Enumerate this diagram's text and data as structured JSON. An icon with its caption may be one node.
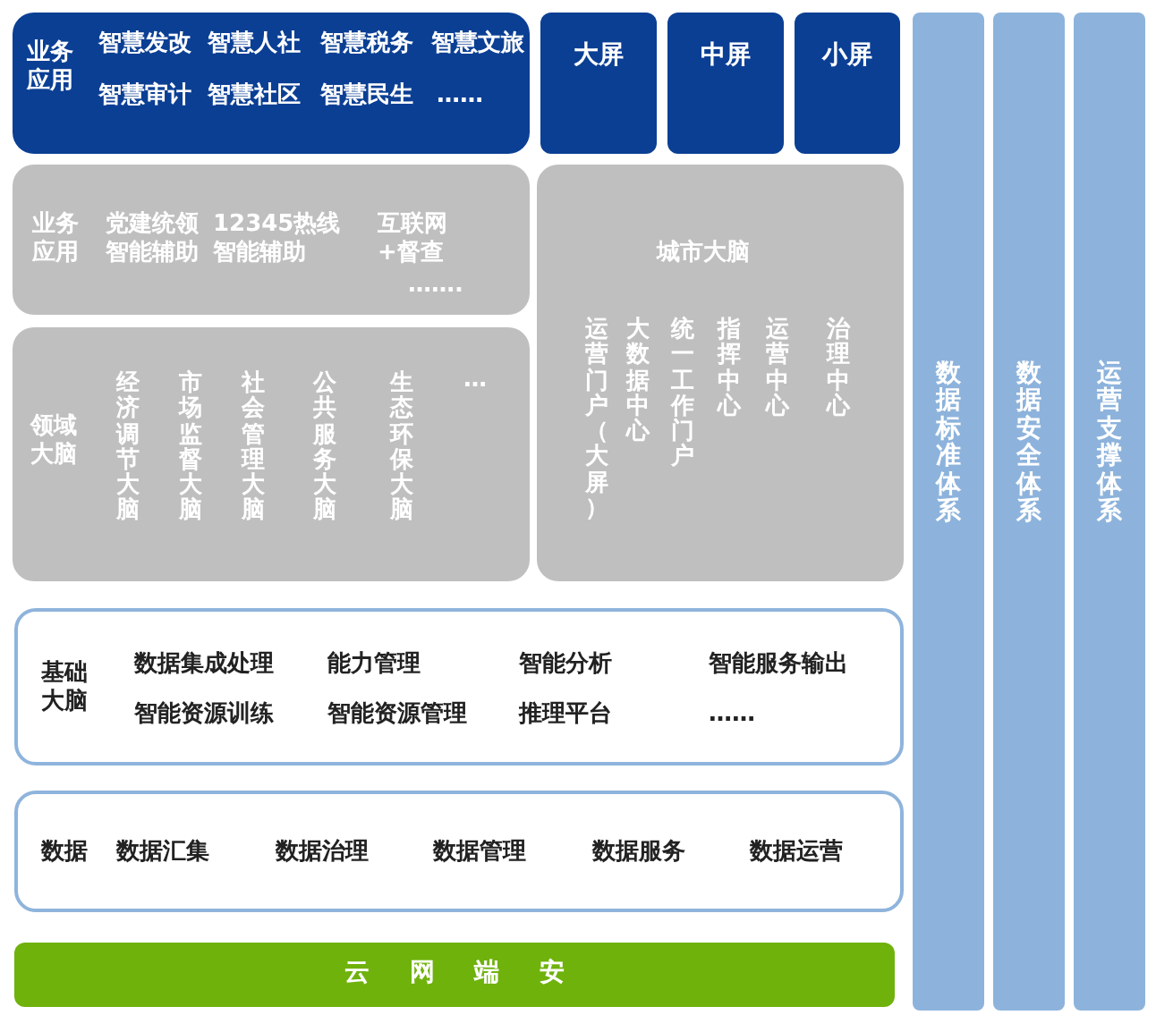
{
  "diagram": {
    "nodes": [
      {
        "text": [
          "业务应用",
          "智慧发改",
          "智慧人社",
          "智慧税务",
          "智慧文旅",
          "智慧审计",
          "智慧社区",
          "智慧民生",
          "……"
        ]
      },
      {
        "text": [
          "大屏"
        ]
      },
      {
        "text": [
          "中屏"
        ]
      },
      {
        "text": [
          "小屏"
        ]
      },
      {
        "text": [
          "业务应用",
          "党建统领智能辅助",
          "12345热线智能辅助",
          "互联网+督查",
          "……."
        ]
      },
      {
        "text": [
          "领域大脑",
          "经济调节大脑",
          "市场监督大脑",
          "社会管理大脑",
          "公共服务大脑",
          "生态环保大脑",
          "…"
        ]
      },
      {
        "text": [
          "城市大脑",
          "运营门户（大屏）",
          "大数据中心",
          "统一工作门户",
          "指挥中心",
          "运营中心",
          "治理中心"
        ]
      },
      {
        "text": [
          "基础大脑",
          "数据集成处理",
          "能力管理",
          "智能分析",
          "智能服务输出",
          "智能资源训练",
          "智能资源管理",
          "推理平台",
          "……"
        ]
      },
      {
        "text": [
          "数据",
          "数据汇集",
          "数据治理",
          "数据管理",
          "数据服务",
          "数据运营"
        ]
      },
      {
        "text": [
          "云网端安"
        ]
      },
      {
        "text": [
          "数据标准体系"
        ]
      },
      {
        "text": [
          "数据安全体系"
        ]
      },
      {
        "text": [
          "运营支撑体系"
        ]
      }
    ]
  }
}
